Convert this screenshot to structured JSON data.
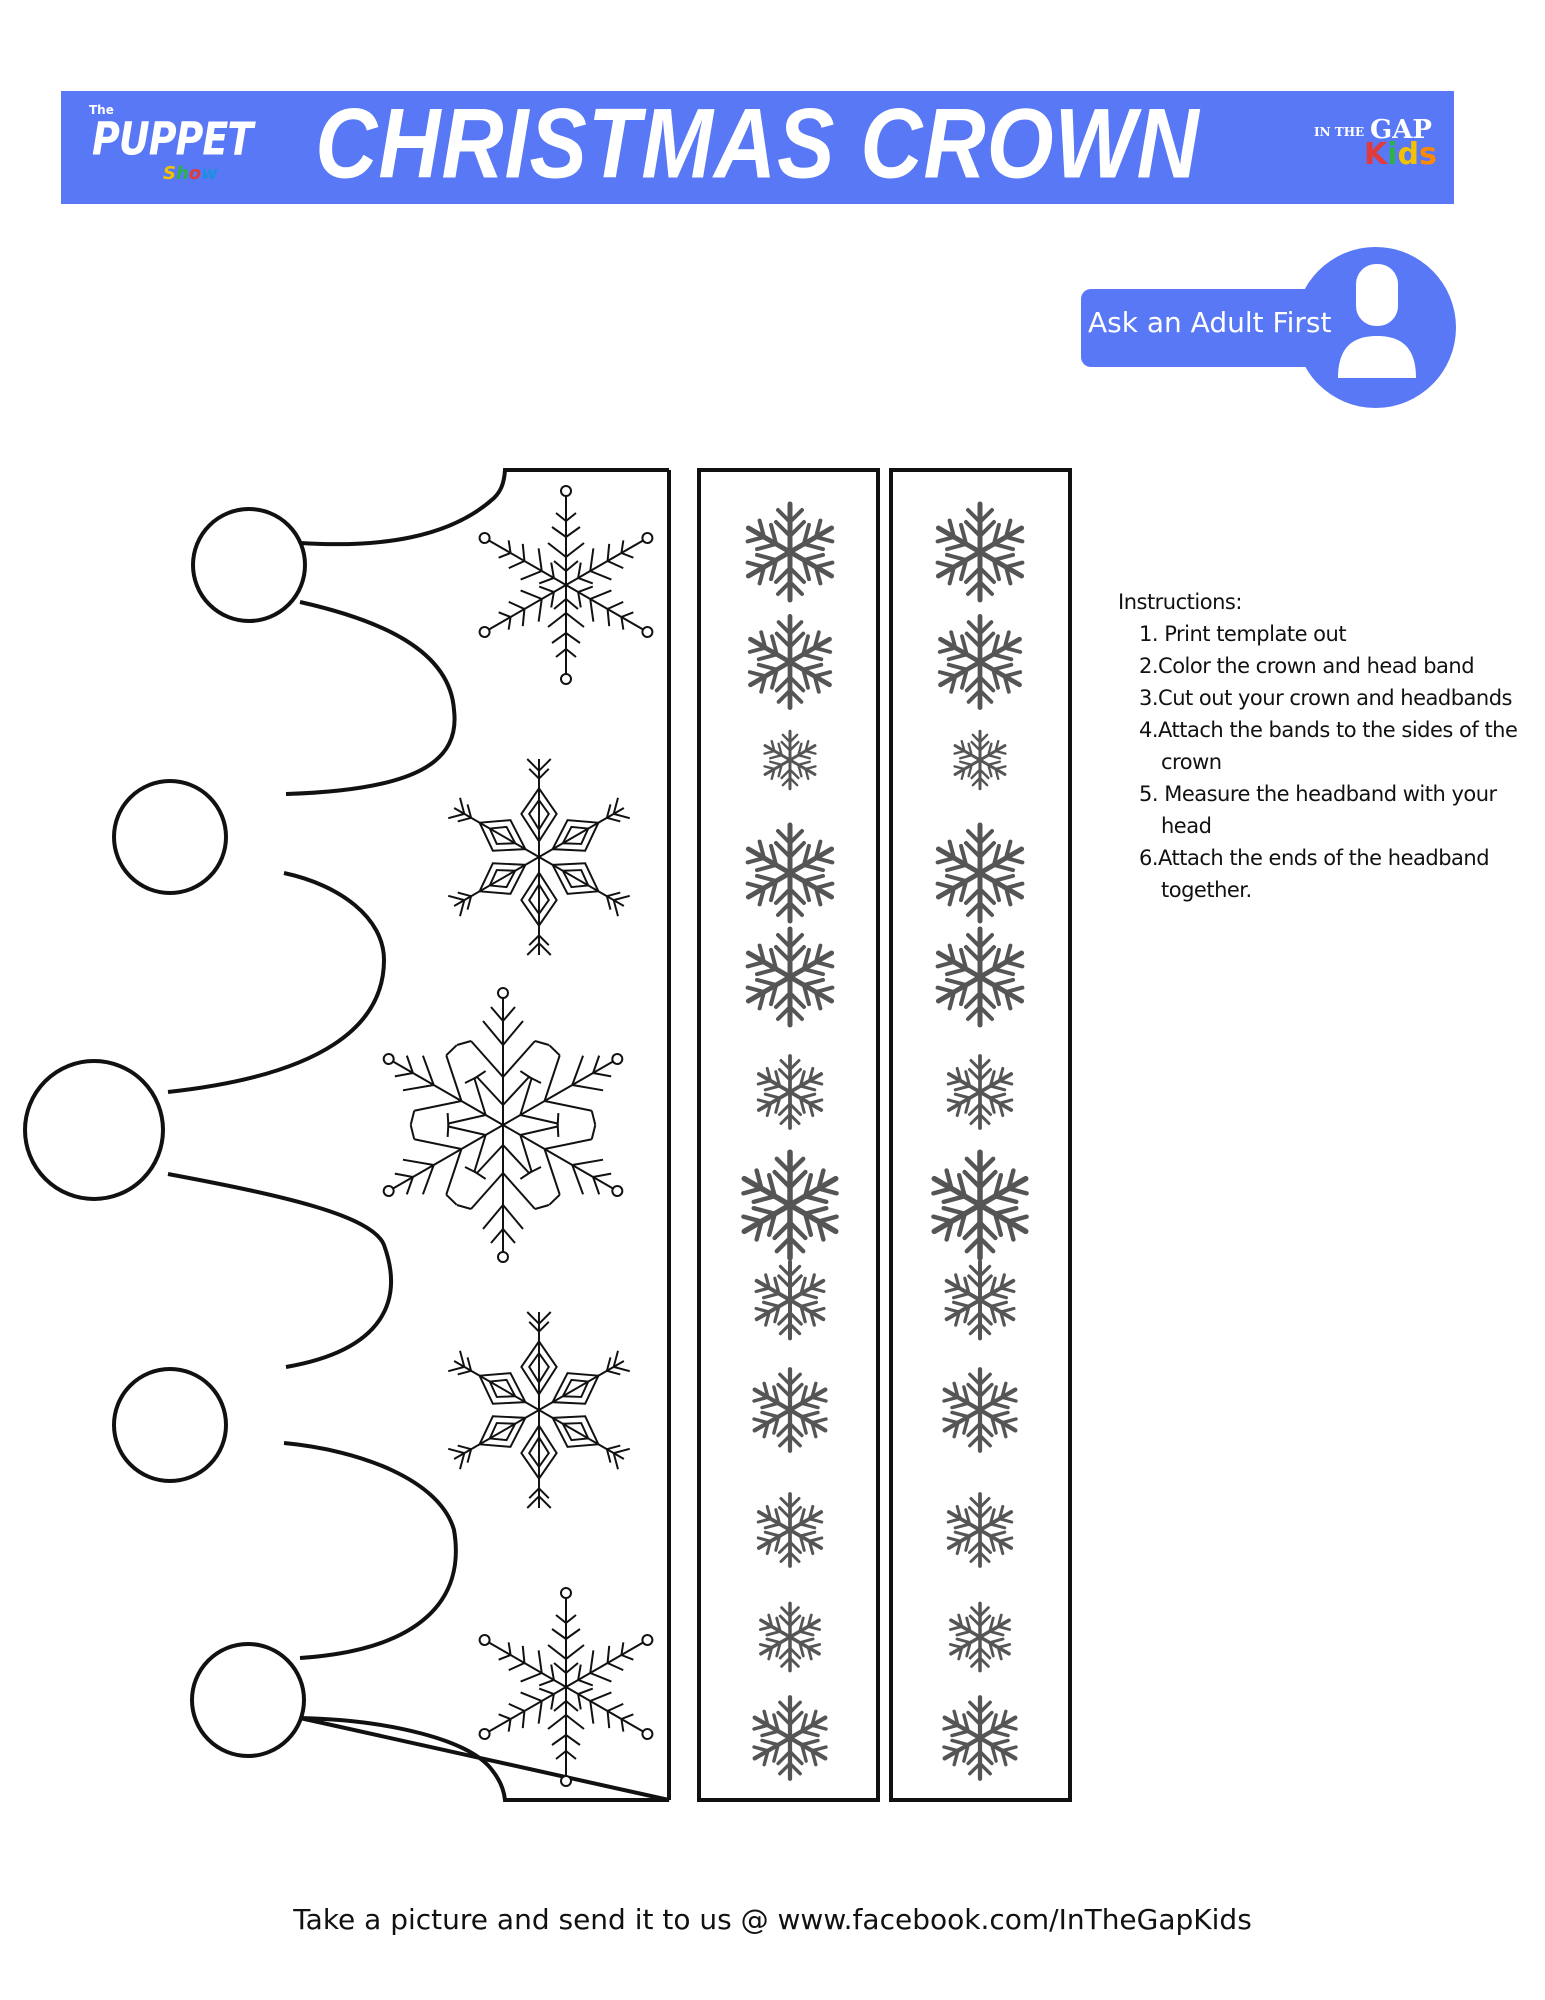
{
  "header": {
    "title": "CHRISTMAS CROWN",
    "logo_left": {
      "small": "The",
      "main": "PUPPET",
      "sub": "Show"
    },
    "logo_right": {
      "small": "IN THE",
      "main": "GAP",
      "sub": "Kids"
    },
    "background_color": "#5878f5"
  },
  "badge": {
    "label": "Ask an Adult First",
    "icon": "person-icon",
    "color": "#5878f5"
  },
  "instructions": {
    "heading": "Instructions:",
    "steps": [
      "1. Print template out",
      "2.Color the crown and head band",
      "3.Cut out your crown and headbands",
      "4.Attach the bands to the sides of the crown",
      "5. Measure the headband with your head",
      "6.Attach the ends of the headband together."
    ]
  },
  "footer": {
    "text": "Take a picture and send it to us @ www.facebook.com/InTheGapKids"
  }
}
